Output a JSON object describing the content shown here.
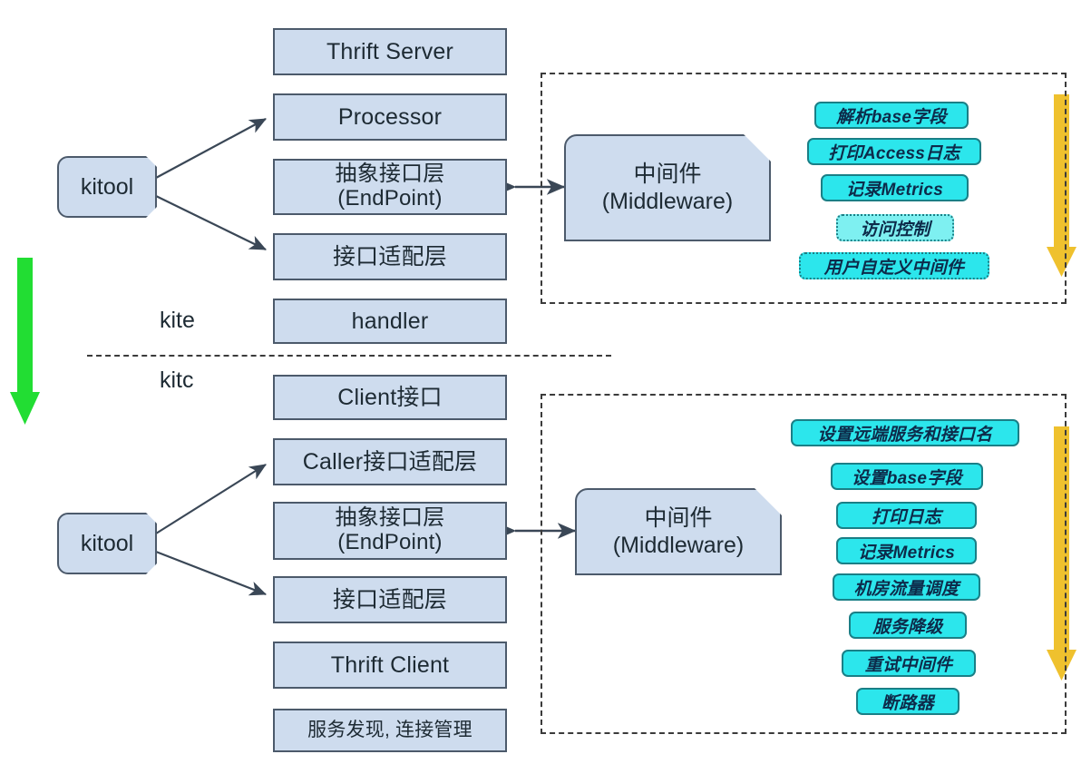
{
  "diagram": {
    "title": "kite / kitc RPC framework middleware architecture",
    "colors": {
      "box_fill": "#cedcee",
      "box_border": "#4c5a6b",
      "pill_fill": "#2ce6ec",
      "pill_fill_pale": "#7ef0f1",
      "pill_border": "#1a7f86",
      "pill_text": "#0d2b4a",
      "green_arrow": "#22dd33",
      "orange_arrow": "#efc12e",
      "dashed_border": "#3b3b3b"
    }
  },
  "server_section": {
    "side_label": "kite",
    "node_label": "kitool",
    "layers": [
      {
        "label": "Thrift Server"
      },
      {
        "label": "Processor"
      },
      {
        "label": "抽象接口层\n(EndPoint)"
      },
      {
        "label": "接口适配层"
      },
      {
        "label": "handler"
      }
    ],
    "middleware": {
      "label": "中间件\n(Middleware)",
      "pills": [
        {
          "label": "解析base字段",
          "style": "solid"
        },
        {
          "label": "打印Access日志",
          "style": "solid"
        },
        {
          "label": "记录Metrics",
          "style": "solid"
        },
        {
          "label": "访问控制",
          "style": "dotted-pale"
        },
        {
          "label": "用户自定义中间件",
          "style": "dotted"
        }
      ]
    }
  },
  "client_section": {
    "side_label": "kitc",
    "node_label": "kitool",
    "layers": [
      {
        "label": "Client接口"
      },
      {
        "label": "Caller接口适配层"
      },
      {
        "label": "抽象接口层\n(EndPoint)"
      },
      {
        "label": "接口适配层"
      },
      {
        "label": "Thrift Client"
      },
      {
        "label": "服务发现, 连接管理"
      }
    ],
    "middleware": {
      "label": "中间件\n(Middleware)",
      "pills": [
        {
          "label": "设置远端服务和接口名",
          "style": "solid"
        },
        {
          "label": "设置base字段",
          "style": "solid"
        },
        {
          "label": "打印日志",
          "style": "solid"
        },
        {
          "label": "记录Metrics",
          "style": "solid"
        },
        {
          "label": "机房流量调度",
          "style": "solid"
        },
        {
          "label": "服务降级",
          "style": "solid"
        },
        {
          "label": "重试中间件",
          "style": "solid"
        },
        {
          "label": "断路器",
          "style": "solid"
        }
      ]
    }
  },
  "flow_arrows": {
    "left_green": "downward-flow-arrow",
    "right_orange_top": "middleware-order-arrow",
    "right_orange_bottom": "middleware-order-arrow"
  }
}
